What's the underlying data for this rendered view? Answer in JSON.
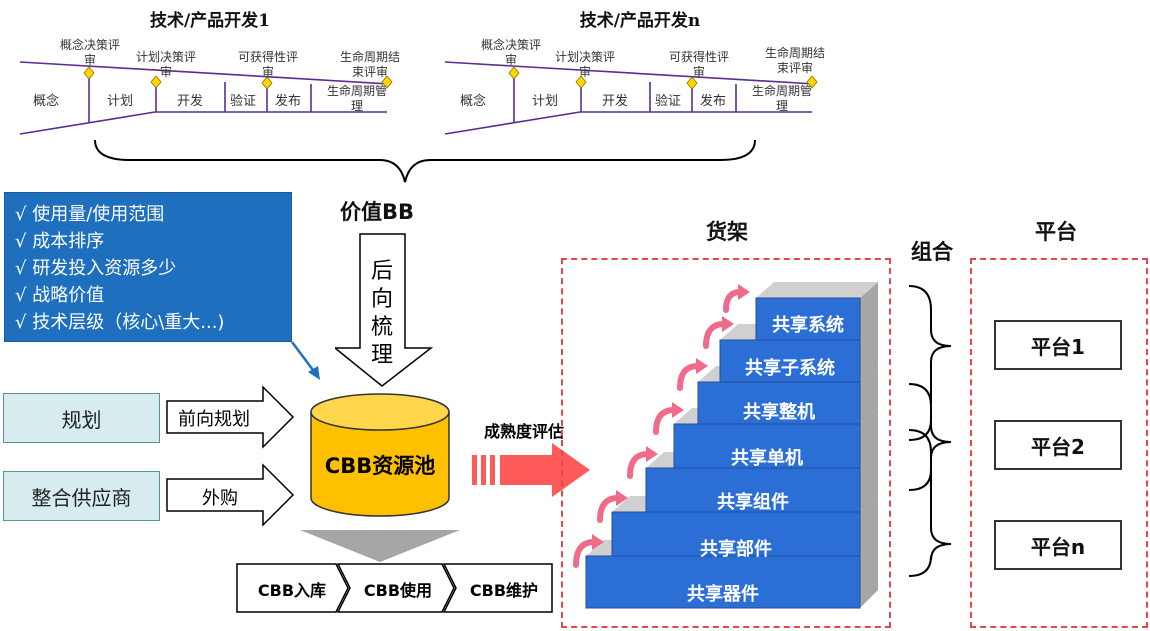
{
  "lifecycle_1": {
    "title": "技术/产品开发1",
    "milestones": [
      "概念决策评审",
      "计划决策评审",
      "可获得性评审",
      "生命周期结束评审"
    ],
    "phases": [
      "概念",
      "计划",
      "开发",
      "验证",
      "发布",
      "生命周期管理"
    ]
  },
  "lifecycle_n": {
    "title": "技术/产品开发n",
    "milestones": [
      "概念决策评审",
      "计划决策评审",
      "可获得性评审",
      "生命周期结束评审"
    ],
    "phases": [
      "概念",
      "计划",
      "开发",
      "验证",
      "发布",
      "生命周期管理"
    ]
  },
  "value_label": "价值BB",
  "reverse_arrow_text": "后向梳理",
  "criteria": [
    "√ 使用量/使用范围",
    "√ 成本排序",
    "√ 研发投入资源多少",
    "√ 战略价值",
    "√ 技术层级（核心\\重大...)"
  ],
  "inputs": [
    {
      "box": "规划",
      "arrow": "前向规划"
    },
    {
      "box": "整合供应商",
      "arrow": "外购"
    }
  ],
  "pool_label": "CBB资源池",
  "process_steps": [
    "CBB入库",
    "CBB使用",
    "CBB维护"
  ],
  "maturity_label": "成熟度评估",
  "shelf_title": "货架",
  "shelf_levels": [
    "共享系统",
    "共享子系统",
    "共享整机",
    "共享单机",
    "共享组件",
    "共享部件",
    "共享器件"
  ],
  "combine_label": "组合",
  "platform_title": "平台",
  "platforms": [
    "平台1",
    "平台2",
    "平台n"
  ],
  "colors": {
    "blue": "#1f6fbf",
    "pool_yellow": "#ffc000",
    "red_arrow": "#ff5a5a",
    "pink_arrow": "#f06a8a",
    "dashed_red": "#e8474a",
    "purple_line": "#5a2d91",
    "diamond": "#ffd700",
    "teal_box": "#d6ecee"
  }
}
